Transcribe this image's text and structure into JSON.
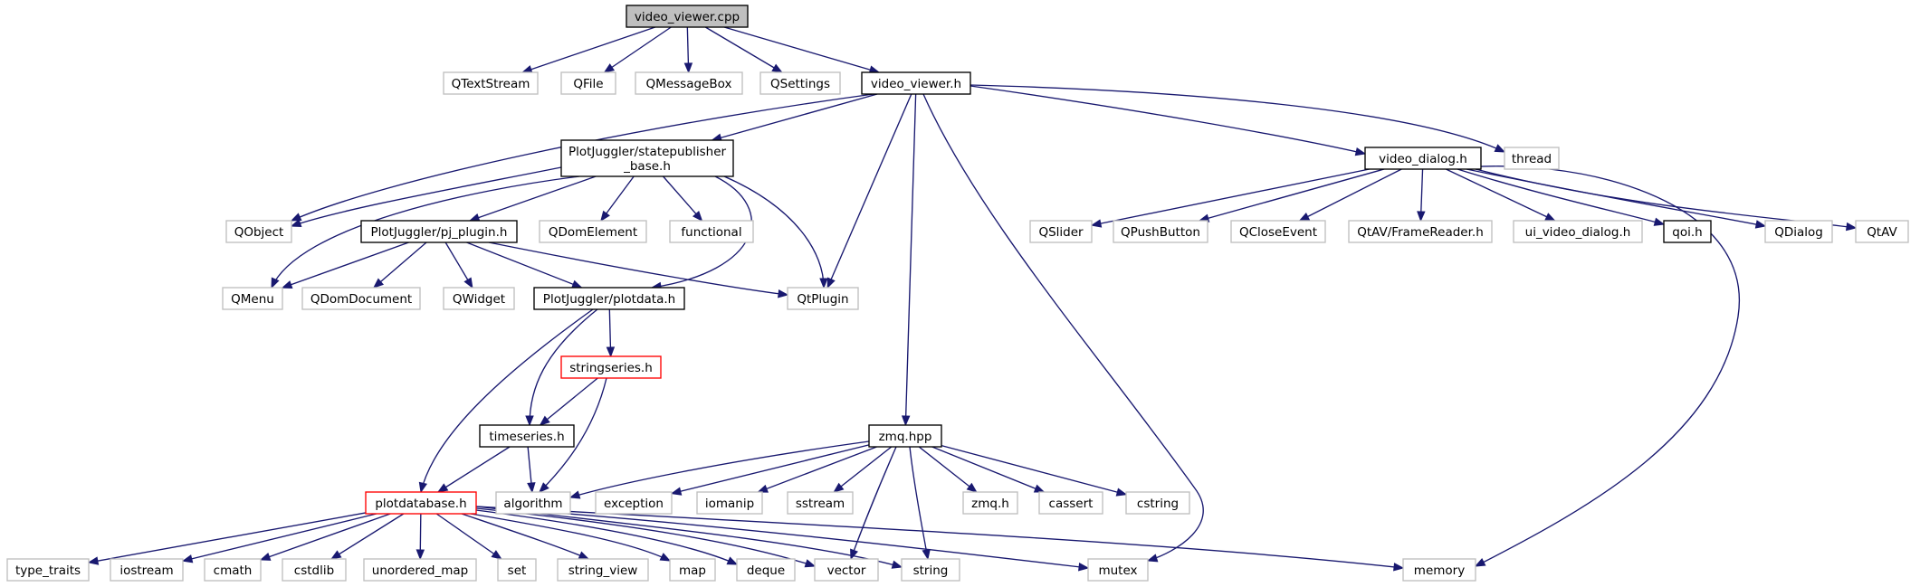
{
  "graph": {
    "edge_color": "#191970",
    "nodes": [
      {
        "id": "video_viewer_cpp",
        "label": "video_viewer.cpp",
        "style": "root"
      },
      {
        "id": "QTextStream",
        "label": "QTextStream",
        "style": "external"
      },
      {
        "id": "QFile",
        "label": "QFile",
        "style": "external"
      },
      {
        "id": "QMessageBox",
        "label": "QMessageBox",
        "style": "external"
      },
      {
        "id": "QSettings",
        "label": "QSettings",
        "style": "external"
      },
      {
        "id": "video_viewer_h",
        "label": "video_viewer.h",
        "style": "normal"
      },
      {
        "id": "statepublisher",
        "label": "PlotJuggler/statepublisher\n_base.h",
        "style": "normal"
      },
      {
        "id": "video_dialog_h",
        "label": "video_dialog.h",
        "style": "normal"
      },
      {
        "id": "thread",
        "label": "thread",
        "style": "external"
      },
      {
        "id": "QObject",
        "label": "QObject",
        "style": "external"
      },
      {
        "id": "pj_plugin_h",
        "label": "PlotJuggler/pj_plugin.h",
        "style": "normal"
      },
      {
        "id": "QDomElement",
        "label": "QDomElement",
        "style": "external"
      },
      {
        "id": "functional",
        "label": "functional",
        "style": "external"
      },
      {
        "id": "QSlider",
        "label": "QSlider",
        "style": "external"
      },
      {
        "id": "QPushButton",
        "label": "QPushButton",
        "style": "external"
      },
      {
        "id": "QCloseEvent",
        "label": "QCloseEvent",
        "style": "external"
      },
      {
        "id": "FrameReader",
        "label": "QtAV/FrameReader.h",
        "style": "external"
      },
      {
        "id": "ui_video_dialog",
        "label": "ui_video_dialog.h",
        "style": "external"
      },
      {
        "id": "qoi_h",
        "label": "qoi.h",
        "style": "normal"
      },
      {
        "id": "QDialog",
        "label": "QDialog",
        "style": "external"
      },
      {
        "id": "QtAV",
        "label": "QtAV",
        "style": "external"
      },
      {
        "id": "QMenu",
        "label": "QMenu",
        "style": "external"
      },
      {
        "id": "QDomDocument",
        "label": "QDomDocument",
        "style": "external"
      },
      {
        "id": "QWidget",
        "label": "QWidget",
        "style": "external"
      },
      {
        "id": "plotdata_h",
        "label": "PlotJuggler/plotdata.h",
        "style": "normal"
      },
      {
        "id": "QtPlugin",
        "label": "QtPlugin",
        "style": "external"
      },
      {
        "id": "stringseries_h",
        "label": "stringseries.h",
        "style": "incomplete"
      },
      {
        "id": "timeseries_h",
        "label": "timeseries.h",
        "style": "normal"
      },
      {
        "id": "zmq_hpp",
        "label": "zmq.hpp",
        "style": "normal"
      },
      {
        "id": "plotdatabase_h",
        "label": "plotdatabase.h",
        "style": "incomplete"
      },
      {
        "id": "algorithm",
        "label": "algorithm",
        "style": "external"
      },
      {
        "id": "exception",
        "label": "exception",
        "style": "external"
      },
      {
        "id": "iomanip",
        "label": "iomanip",
        "style": "external"
      },
      {
        "id": "sstream",
        "label": "sstream",
        "style": "external"
      },
      {
        "id": "zmq_h",
        "label": "zmq.h",
        "style": "external"
      },
      {
        "id": "cassert",
        "label": "cassert",
        "style": "external"
      },
      {
        "id": "cstring",
        "label": "cstring",
        "style": "external"
      },
      {
        "id": "type_traits",
        "label": "type_traits",
        "style": "external"
      },
      {
        "id": "iostream",
        "label": "iostream",
        "style": "external"
      },
      {
        "id": "cmath",
        "label": "cmath",
        "style": "external"
      },
      {
        "id": "cstdlib",
        "label": "cstdlib",
        "style": "external"
      },
      {
        "id": "unordered_map",
        "label": "unordered_map",
        "style": "external"
      },
      {
        "id": "set",
        "label": "set",
        "style": "external"
      },
      {
        "id": "string_view",
        "label": "string_view",
        "style": "external"
      },
      {
        "id": "map",
        "label": "map",
        "style": "external"
      },
      {
        "id": "deque",
        "label": "deque",
        "style": "external"
      },
      {
        "id": "vector",
        "label": "vector",
        "style": "external"
      },
      {
        "id": "string",
        "label": "string",
        "style": "external"
      },
      {
        "id": "mutex",
        "label": "mutex",
        "style": "external"
      },
      {
        "id": "memory",
        "label": "memory",
        "style": "external"
      }
    ],
    "edges": [
      {
        "from": "video_viewer_cpp",
        "to": "QTextStream"
      },
      {
        "from": "video_viewer_cpp",
        "to": "QFile"
      },
      {
        "from": "video_viewer_cpp",
        "to": "QMessageBox"
      },
      {
        "from": "video_viewer_cpp",
        "to": "QSettings"
      },
      {
        "from": "video_viewer_cpp",
        "to": "video_viewer_h"
      },
      {
        "from": "video_viewer_h",
        "to": "QObject"
      },
      {
        "from": "video_viewer_h",
        "to": "statepublisher"
      },
      {
        "from": "video_viewer_h",
        "to": "QtPlugin"
      },
      {
        "from": "video_viewer_h",
        "to": "zmq_hpp"
      },
      {
        "from": "video_viewer_h",
        "to": "mutex"
      },
      {
        "from": "video_viewer_h",
        "to": "video_dialog_h"
      },
      {
        "from": "video_viewer_h",
        "to": "thread"
      },
      {
        "from": "statepublisher",
        "to": "QObject"
      },
      {
        "from": "statepublisher",
        "to": "QMenu"
      },
      {
        "from": "statepublisher",
        "to": "pj_plugin_h"
      },
      {
        "from": "statepublisher",
        "to": "QDomElement"
      },
      {
        "from": "statepublisher",
        "to": "functional"
      },
      {
        "from": "statepublisher",
        "to": "plotdata_h"
      },
      {
        "from": "statepublisher",
        "to": "QtPlugin"
      },
      {
        "from": "pj_plugin_h",
        "to": "QMenu"
      },
      {
        "from": "pj_plugin_h",
        "to": "QDomDocument"
      },
      {
        "from": "pj_plugin_h",
        "to": "QWidget"
      },
      {
        "from": "pj_plugin_h",
        "to": "plotdata_h"
      },
      {
        "from": "pj_plugin_h",
        "to": "QtPlugin"
      },
      {
        "from": "plotdata_h",
        "to": "plotdatabase_h"
      },
      {
        "from": "plotdata_h",
        "to": "timeseries_h"
      },
      {
        "from": "plotdata_h",
        "to": "stringseries_h"
      },
      {
        "from": "stringseries_h",
        "to": "timeseries_h"
      },
      {
        "from": "stringseries_h",
        "to": "algorithm"
      },
      {
        "from": "timeseries_h",
        "to": "plotdatabase_h"
      },
      {
        "from": "timeseries_h",
        "to": "algorithm"
      },
      {
        "from": "video_dialog_h",
        "to": "QSlider"
      },
      {
        "from": "video_dialog_h",
        "to": "QPushButton"
      },
      {
        "from": "video_dialog_h",
        "to": "QCloseEvent"
      },
      {
        "from": "video_dialog_h",
        "to": "FrameReader"
      },
      {
        "from": "video_dialog_h",
        "to": "ui_video_dialog"
      },
      {
        "from": "video_dialog_h",
        "to": "qoi_h"
      },
      {
        "from": "video_dialog_h",
        "to": "QDialog"
      },
      {
        "from": "video_dialog_h",
        "to": "QtAV"
      },
      {
        "from": "video_dialog_h",
        "to": "memory"
      },
      {
        "from": "zmq_hpp",
        "to": "algorithm"
      },
      {
        "from": "zmq_hpp",
        "to": "exception"
      },
      {
        "from": "zmq_hpp",
        "to": "iomanip"
      },
      {
        "from": "zmq_hpp",
        "to": "sstream"
      },
      {
        "from": "zmq_hpp",
        "to": "zmq_h"
      },
      {
        "from": "zmq_hpp",
        "to": "cassert"
      },
      {
        "from": "zmq_hpp",
        "to": "cstring"
      },
      {
        "from": "zmq_hpp",
        "to": "vector"
      },
      {
        "from": "zmq_hpp",
        "to": "string"
      },
      {
        "from": "plotdatabase_h",
        "to": "type_traits"
      },
      {
        "from": "plotdatabase_h",
        "to": "iostream"
      },
      {
        "from": "plotdatabase_h",
        "to": "cmath"
      },
      {
        "from": "plotdatabase_h",
        "to": "cstdlib"
      },
      {
        "from": "plotdatabase_h",
        "to": "unordered_map"
      },
      {
        "from": "plotdatabase_h",
        "to": "set"
      },
      {
        "from": "plotdatabase_h",
        "to": "string_view"
      },
      {
        "from": "plotdatabase_h",
        "to": "map"
      },
      {
        "from": "plotdatabase_h",
        "to": "deque"
      },
      {
        "from": "plotdatabase_h",
        "to": "vector"
      },
      {
        "from": "plotdatabase_h",
        "to": "string"
      },
      {
        "from": "plotdatabase_h",
        "to": "mutex"
      },
      {
        "from": "plotdatabase_h",
        "to": "memory"
      }
    ]
  }
}
